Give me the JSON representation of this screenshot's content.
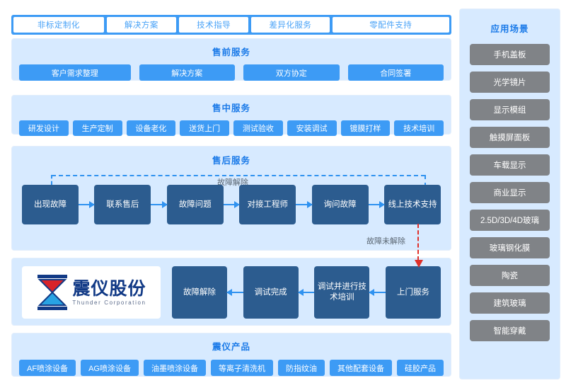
{
  "tabs": [
    {
      "label": "非标定制化"
    },
    {
      "label": "解决方案"
    },
    {
      "label": "技术指导"
    },
    {
      "label": "差异化服务"
    },
    {
      "label": "零配件支持"
    }
  ],
  "presale": {
    "title": "售前服务",
    "items": [
      "客户需求整理",
      "解决方案",
      "双方协定",
      "合同签署"
    ]
  },
  "midsale": {
    "title": "售中服务",
    "items": [
      "研发设计",
      "生产定制",
      "设备老化",
      "送货上门",
      "测试验收",
      "安装调试",
      "镀膜打样",
      "技术培训"
    ]
  },
  "aftersale": {
    "title": "售后服务",
    "flow": [
      "出现故障",
      "联系售后",
      "故障问题",
      "对接工程师",
      "询问故障",
      "线上技术支持"
    ],
    "loop_label": "故障解除",
    "unresolved_label": "故障未解除"
  },
  "service_row": {
    "logo": {
      "cn": "震仪股份",
      "en": "Thunder Corporation",
      "mark_top_color": "#d8232a",
      "mark_bottom_color": "#29a3e3",
      "mark_frame_color": "#123a86"
    },
    "flow": [
      "故障解除",
      "调试完成",
      "调试并进行技\n术培训",
      "上门服务"
    ]
  },
  "products": {
    "title": "震仪产品",
    "items": [
      "AF喷涂设备",
      "AG喷涂设备",
      "油墨喷涂设备",
      "等离子清洗机",
      "防指纹油",
      "其他配套设备",
      "硅胶产品"
    ]
  },
  "sidebar": {
    "title": "应用场景",
    "items": [
      "手机盖板",
      "光学镜片",
      "显示模组",
      "触摸屏面板",
      "车载显示",
      "商业显示",
      "2.5D/3D/4D玻璃",
      "玻璃钢化膜",
      "陶瓷",
      "建筑玻璃",
      "智能穿戴"
    ]
  },
  "colors": {
    "accent_blue": "#3d9bf5",
    "panel_bg": "#d7eaff",
    "flow_box": "#2c5c8f",
    "sidebar_item": "#808387",
    "alert_red": "#e0302a",
    "title_blue": "#1a7ae8"
  }
}
